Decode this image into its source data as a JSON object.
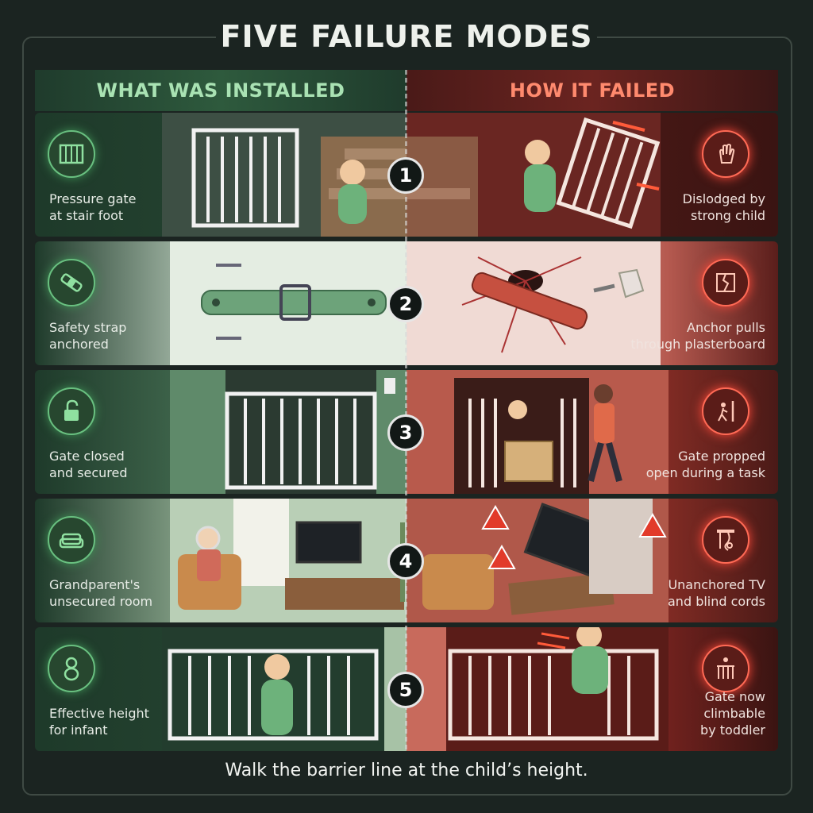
{
  "title": "FIVE FAILURE MODES",
  "headers": {
    "installed": "WHAT WAS INSTALLED",
    "failed": "HOW IT FAILED"
  },
  "rows": [
    {
      "number": "1",
      "installed": [
        "Pressure gate",
        "at stair foot"
      ],
      "failed": [
        "Dislodged by",
        "strong child"
      ],
      "installed_icon": "gate-icon",
      "failed_icon": "hand-push-icon"
    },
    {
      "number": "2",
      "installed": [
        "Safety strap",
        "anchored"
      ],
      "failed": [
        "Anchor pulls",
        "through plasterboard"
      ],
      "installed_icon": "strap-icon",
      "failed_icon": "broken-wall-icon"
    },
    {
      "number": "3",
      "installed": [
        "Gate closed",
        "and secured"
      ],
      "failed": [
        "Gate propped",
        "open during a task"
      ],
      "installed_icon": "padlock-icon",
      "failed_icon": "open-door-icon"
    },
    {
      "number": "4",
      "installed": [
        "Grandparent's",
        "unsecured room"
      ],
      "failed": [
        "Unanchored TV",
        "and blind cords"
      ],
      "installed_icon": "armchair-icon",
      "failed_icon": "blind-cord-icon"
    },
    {
      "number": "5",
      "installed": [
        "Effective height",
        "for infant"
      ],
      "failed": [
        "Gate now",
        "climbable",
        "by toddler"
      ],
      "installed_icon": "baby-icon",
      "failed_icon": "climbing-child-icon"
    }
  ],
  "footer": "Walk the barrier line at the child’s height.",
  "colors": {
    "installed_accent": "#69c080",
    "failed_accent": "#ff6a55",
    "background": "#1b2421"
  }
}
